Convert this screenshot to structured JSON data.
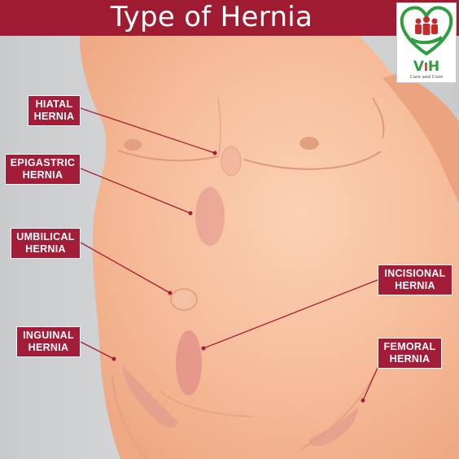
{
  "title": "Type of Hernia",
  "logo": {
    "brand_v": "V",
    "brand_i": "I",
    "brand_h": "H",
    "tagline": "Care and Cure"
  },
  "labels": {
    "hiatal": [
      "HIATAL",
      "HERNIA"
    ],
    "epigastric": [
      "EPIGASTRIC",
      "HERNIA"
    ],
    "umbilical": [
      "UMBILICAL",
      "HERNIA"
    ],
    "inguinal": [
      "INGUINAL",
      "HERNIA"
    ],
    "incisional": [
      "INCISIONAL",
      "HERNIA"
    ],
    "femoral": [
      "FEMORAL",
      "HERNIA"
    ]
  },
  "colors": {
    "title_bar": "#9e1b32",
    "label_bg": "#a31d38",
    "skin": "#f5b894",
    "logo_green": "#2e9e3e",
    "logo_red": "#c62b2b"
  }
}
